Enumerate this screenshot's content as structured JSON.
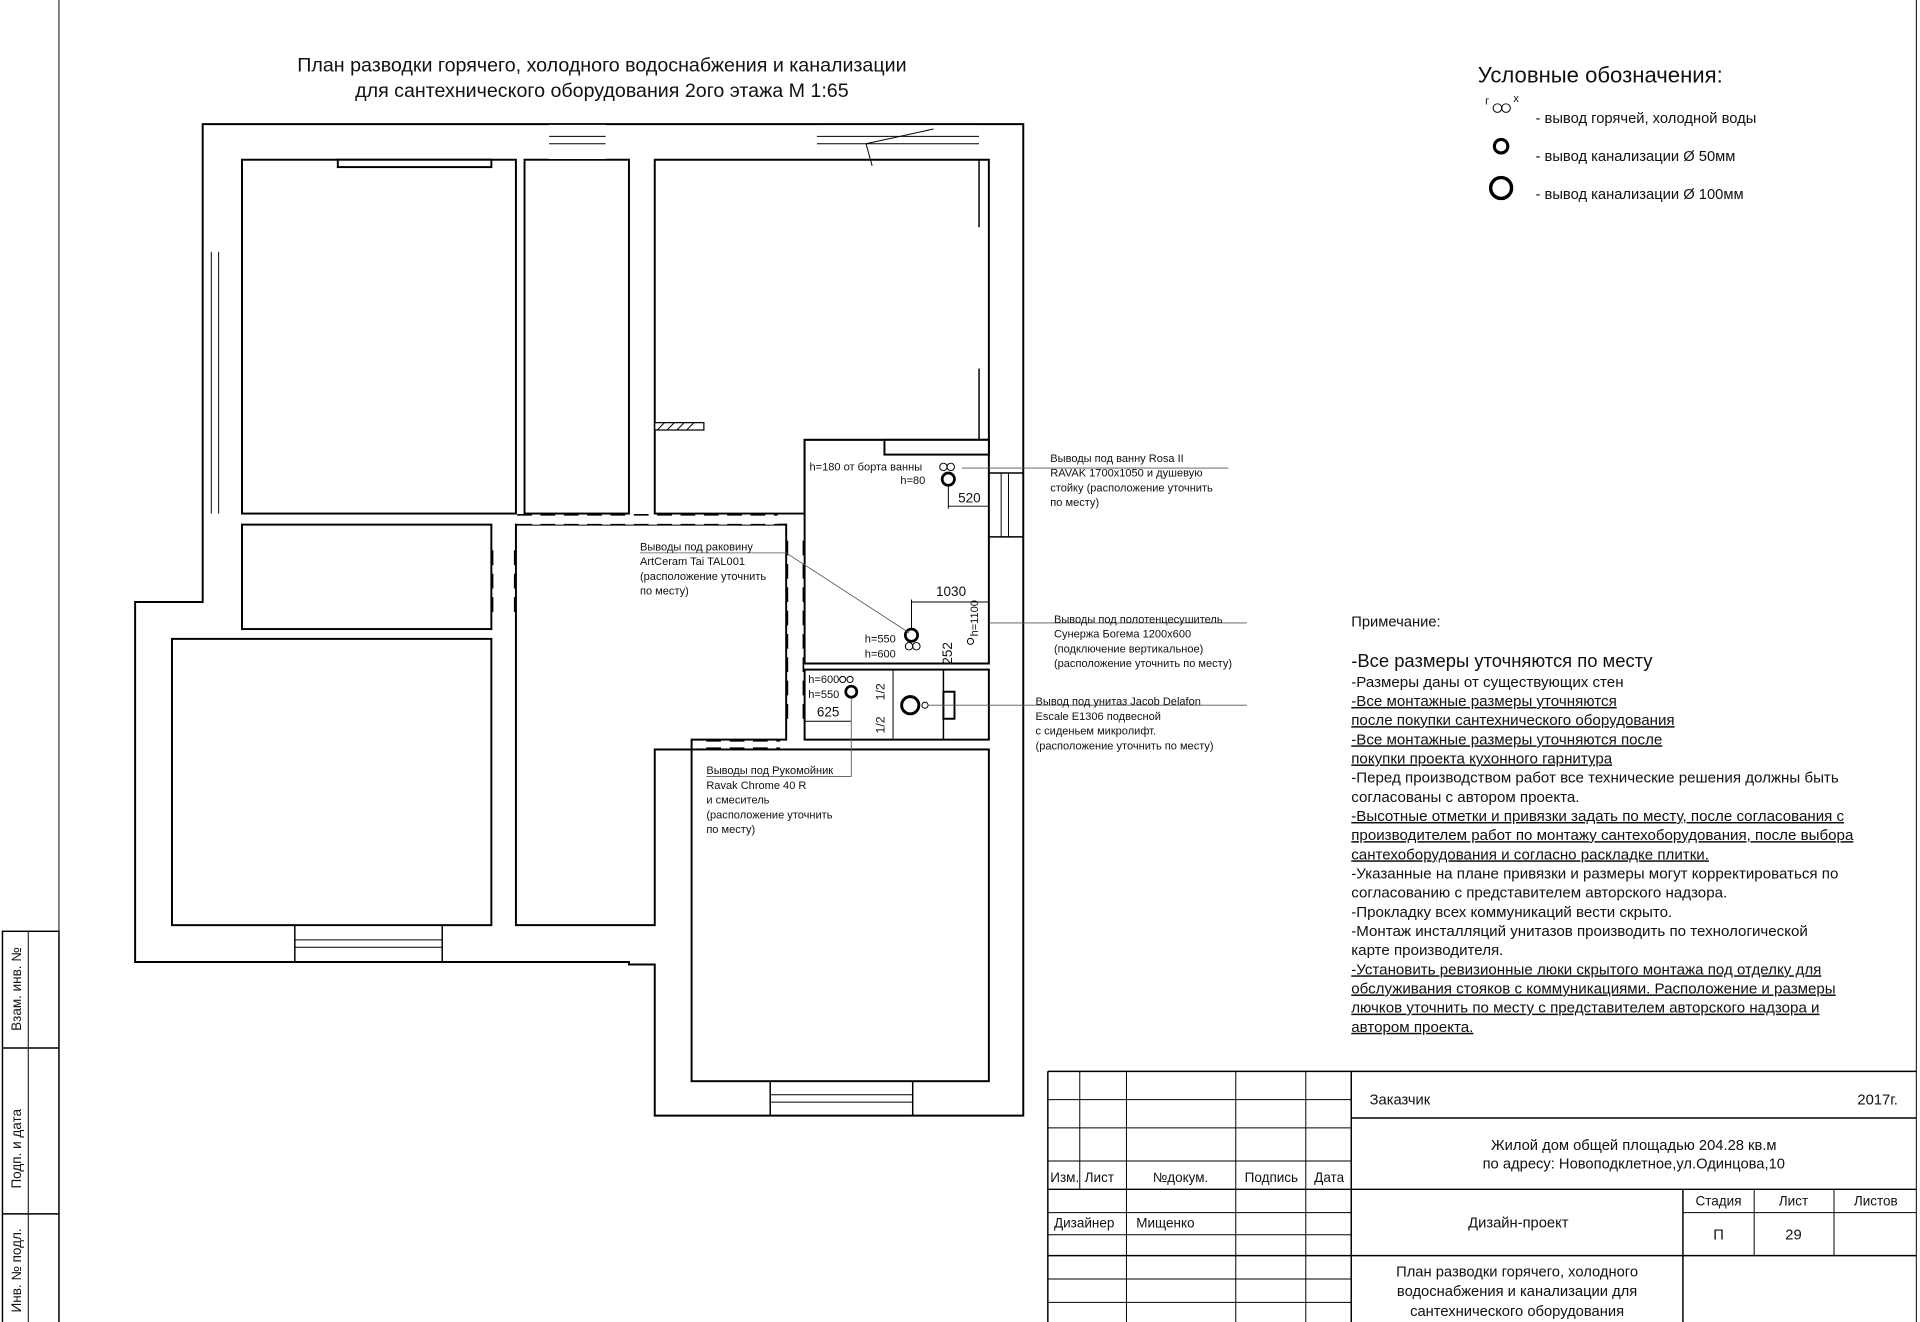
{
  "title": {
    "line1": "План разводки горячего, холодного водоснабжения и канализации",
    "line2": "для сантехнического оборудования 2ого этажа М 1:65"
  },
  "legend": {
    "heading": "Условные обозначения:",
    "items": [
      {
        "icon": "hot-cold-water-icon",
        "hot_mark": "г",
        "cold_mark": "х",
        "label": "- вывод горячей, холодной воды"
      },
      {
        "icon": "sewer-50-icon",
        "label": "- вывод канализации  Ø 50мм"
      },
      {
        "icon": "sewer-100-icon",
        "label": "- вывод канализации  Ø 100мм"
      }
    ]
  },
  "annotations": {
    "bath": {
      "h1": "h=180 от борта ванны",
      "h2": "h=80",
      "dim": "520",
      "lines": [
        "Выводы под ванну Rosa II",
        "RAVAK 1700x1050 и душевую",
        "стойку (расположение уточнить",
        "по месту)"
      ]
    },
    "towel": {
      "dim": "1030",
      "h": "h=1100",
      "dim2": "252",
      "lines": [
        "Выводы под полотенцесушитель",
        "Сунержа Богема 1200x600",
        "(подключение вертикальное)",
        "(расположение уточнить по месту)"
      ]
    },
    "sink": {
      "h1": "h=550",
      "h2": "h=600",
      "lines": [
        "Выводы под раковину",
        "ArtCeram Tai TAL001",
        "(расположение уточнить",
        "по месту)"
      ]
    },
    "toilet": {
      "half": "1/2",
      "lines": [
        "Вывод под унитаз Jacob Delafon",
        "Escale E1306 подвесной",
        "с сиденьем микролифт.",
        "(расположение уточнить по месту)"
      ]
    },
    "handbasin": {
      "h1": "h=600",
      "h2": "h=550",
      "dim": "625",
      "lines": [
        "Выводы под Рукомойник",
        "Ravak Chrome 40 R",
        "и смеситель",
        "(расположение уточнить",
        "по месту)"
      ]
    }
  },
  "notes": {
    "heading": "Примечание:",
    "lead": "-Все размеры уточняются по месту",
    "lines": [
      {
        "text": "-Размеры даны от существующих стен",
        "u": false
      },
      {
        "text": "-Все монтажные размеры уточняются",
        "u": true
      },
      {
        "text": "после покупки сантехнического оборудования",
        "u": true
      },
      {
        "text": "-Все монтажные размеры уточняются после",
        "u": true
      },
      {
        "text": "покупки проекта кухонного гарнитура",
        "u": true
      },
      {
        "text": "-Перед производством работ все технические решения должны быть",
        "u": false
      },
      {
        "text": "согласованы с автором проекта.",
        "u": false
      },
      {
        "text": "-Высотные отметки и привязки задать по месту, после согласования с",
        "u": true
      },
      {
        "text": "производителем работ по монтажу сантехоборудования, после выбора",
        "u": true
      },
      {
        "text": "сантехоборудования и согласно раскладке плитки.",
        "u": true
      },
      {
        "text": "-Указанные на плане привязки и размеры могут корректироваться по",
        "u": false
      },
      {
        "text": "согласованию с представителем авторского надзора.",
        "u": false
      },
      {
        "text": "-Прокладку всех коммуникаций вести скрыто.",
        "u": false
      },
      {
        "text": "-Монтаж инсталляций унитазов производить по технологической",
        "u": false
      },
      {
        "text": "карте производителя.",
        "u": false
      },
      {
        "text": "-Установить ревизионные люки скрытого монтажа под отделку для",
        "u": true
      },
      {
        "text": "обслуживания стояков с коммуникациями. Расположение и размеры",
        "u": true
      },
      {
        "text": "лючков уточнить по месту с представителем авторского надзора и",
        "u": true
      },
      {
        "text": "автором проекта.",
        "u": true
      }
    ]
  },
  "title_block": {
    "headers": {
      "izm": "Изм.",
      "list": "Лист",
      "doc": "№докум.",
      "sign": "Подпись",
      "date": "Дата"
    },
    "designer_role": "Дизайнер",
    "designer_name": "Мищенко",
    "customer": "Заказчик",
    "year": "2017г.",
    "object_line1": "Жилой дом общей площадью 204.28 кв.м",
    "object_line2": "по адресу: Новоподклетное,ул.Одинцова,10",
    "project": "Дизайн-проект",
    "stage_label": "Стадия",
    "sheet_label": "Лист",
    "sheets_label": "Листов",
    "stage": "П",
    "sheet": "29",
    "drawing_title": [
      "План разводки горячего, холодного",
      "водоснабжения и канализации для",
      "сантехнического оборудования"
    ]
  },
  "stamp": {
    "replace_inv": "Взам. инв. №",
    "sign_date": "Подп. и дата",
    "inv_orig": "Инв. № подл."
  }
}
